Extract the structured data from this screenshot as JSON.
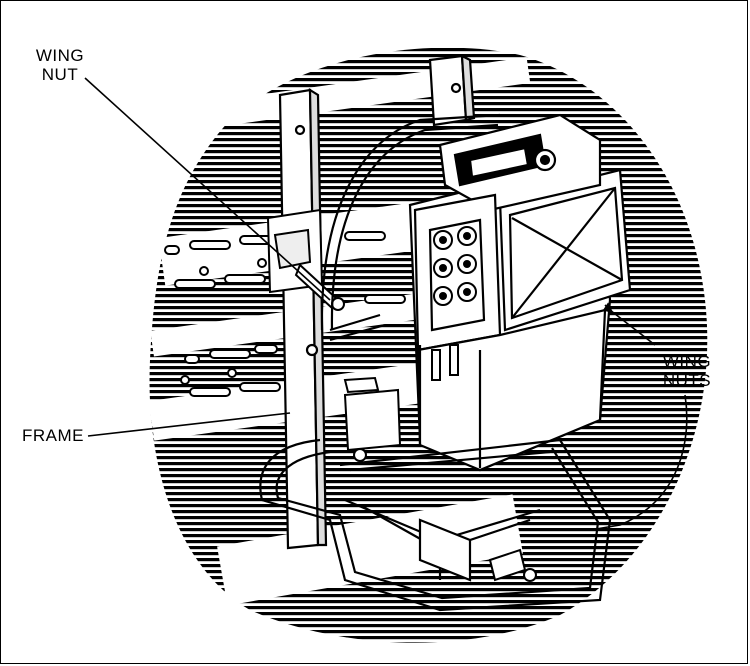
{
  "labels": {
    "wing_nut_top": [
      "WING",
      "NUT"
    ],
    "wing_nuts_right": [
      "WING",
      "NUTS"
    ],
    "frame": "FRAME"
  }
}
